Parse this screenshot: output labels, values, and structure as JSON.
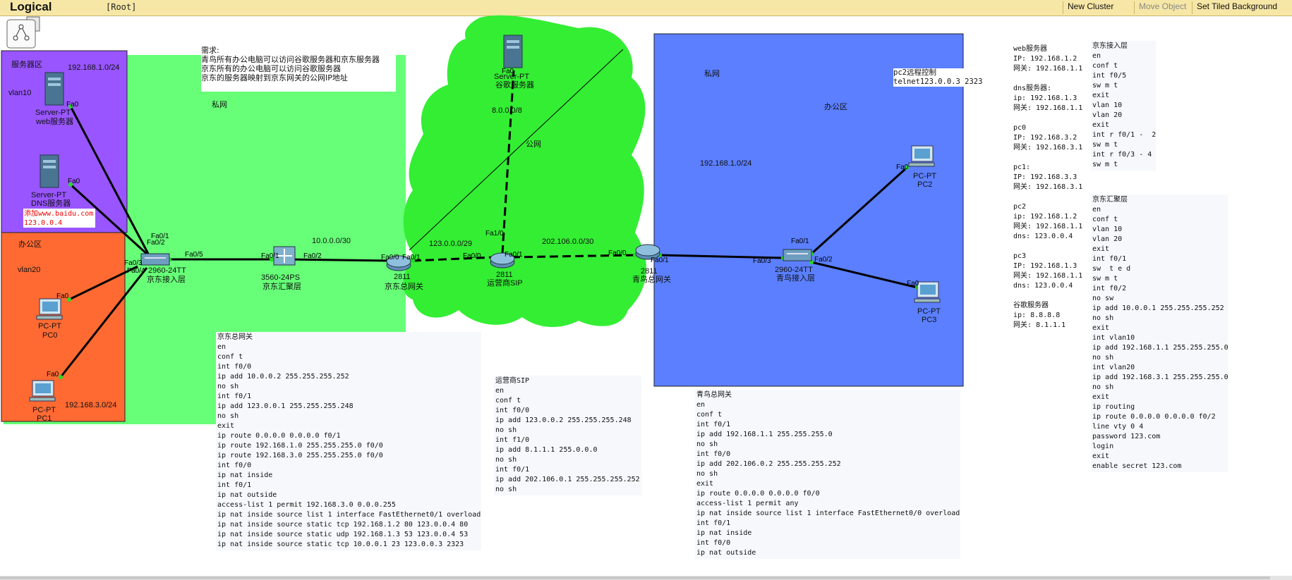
{
  "toolbar": {
    "title": "Logical",
    "root": "[Root]",
    "new_cluster": "New Cluster",
    "move_object": "Move Object",
    "set_tiled_background": "Set Tiled Background"
  },
  "colors": {
    "toolbar": "#f7e7a6",
    "server_zone": "#9955ff",
    "office_zone": "#ff6a33",
    "private_green": "#66ff77",
    "public_cloud": "#33ee33",
    "qingniao_blue": "#5b7fff"
  },
  "zones": {
    "server_zone": "服务器区",
    "server_vlan": "vlan10",
    "server_subnet": "192.168.1.0/24",
    "office_zone": "办公区",
    "office_vlan": "vlan20",
    "office_subnet": "192.168.3.0/24",
    "private_left": "私网",
    "public": "公网",
    "private_right": "私网",
    "office_right": "办公区",
    "right_subnet": "192.168.1.0/24"
  },
  "requirements": [
    "需求:",
    "青鸟所有办公电脑可以访问谷歌服务器和京东服务器",
    "京东所有的办公电脑可以访问谷歌服务器",
    "京东的服务器映射到京东网关的公网IP地址"
  ],
  "remote_note": [
    "pc2远程控制",
    "telnet123.0.0.3 2323"
  ],
  "dns_note": [
    "添加www.baidu.com",
    "123.0.0.4"
  ],
  "devices": {
    "web_server": {
      "model": "Server-PT",
      "name": "web服务器",
      "port": "Fa0"
    },
    "dns_server": {
      "model": "Server-PT",
      "name": "DNS服务器",
      "port": "Fa0"
    },
    "pc0": {
      "model": "PC-PT",
      "name": "PC0",
      "port": "Fa0"
    },
    "pc1": {
      "model": "PC-PT",
      "name": "PC1",
      "port": "Fa0"
    },
    "jd_access": {
      "model": "2960-24TT",
      "name": "京东接入层"
    },
    "jd_agg": {
      "model": "3560-24PS",
      "name": "京东汇聚层"
    },
    "jd_gw": {
      "model": "2811",
      "name": "京东总网关"
    },
    "isp": {
      "model": "2811",
      "name": "运营商SIP"
    },
    "google": {
      "model": "Server-PT",
      "name": "谷歌服务器",
      "port": "Fa0"
    },
    "qn_gw": {
      "model": "2811",
      "name": "青鸟总网关"
    },
    "qn_access": {
      "model": "2960-24TT",
      "name": "青鸟接入层"
    },
    "pc2": {
      "model": "PC-PT",
      "name": "PC2",
      "port": "Fa0"
    },
    "pc3": {
      "model": "PC-PT",
      "name": "PC3",
      "port": "Fa0"
    }
  },
  "ports": {
    "sw1_f01": "Fa0/1",
    "sw1_f02": "Fa0/2",
    "sw1_f03": "Fa0/3",
    "sw1_f04": "Fa0/4",
    "sw1_f05": "Fa0/5",
    "agg_f01": "Fa0/1",
    "agg_f02": "Fa0/2",
    "gw1_f00": "Fa0/0",
    "gw1_f01": "Fa0/1",
    "isp_f00": "Fa0/0",
    "isp_f01": "Fa0/1",
    "isp_f10": "Fa1/0",
    "gw2_f00": "Fa0/0",
    "gw2_f01": "Fa0/1",
    "sw2_f03": "Fa0/3",
    "sw2_f01": "Fa0/1",
    "sw2_f02": "Fa0/2"
  },
  "links": {
    "agg_gw": "10.0.0.0/30",
    "gw_isp": "123.0.0.0/29",
    "isp_google": "8.0.0.0/8",
    "isp_qn": "202.106.0.0/30"
  },
  "configs": {
    "jd_gateway": [
      "京东总网关",
      "en",
      "conf t",
      "int f0/0",
      "ip add 10.0.0.2 255.255.255.252",
      "no sh",
      "int f0/1",
      "ip add 123.0.0.1 255.255.255.248",
      "no sh",
      "exit",
      "ip route 0.0.0.0 0.0.0.0 f0/1",
      "ip route 192.168.1.0 255.255.255.0 f0/0",
      "ip route 192.168.3.0 255.255.255.0 f0/0",
      "int f0/0",
      "ip nat inside",
      "int f0/1",
      "ip nat outside",
      "access-list 1 permit 192.168.3.0 0.0.0.255",
      "ip nat inside source list 1 interface FastEthernet0/1 overload",
      "ip nat inside source static tcp 192.168.1.2 80 123.0.0.4 80",
      "ip nat inside source static udp 192.168.1.3 53 123.0.0.4 53",
      "ip nat inside source static tcp 10.0.0.1 23 123.0.0.3 2323"
    ],
    "isp": [
      "运营商SIP",
      "en",
      "conf t",
      "int f0/0",
      "ip add 123.0.0.2 255.255.255.248",
      "no sh",
      "int f1/0",
      "ip add 8.1.1.1 255.0.0.0",
      "no sh",
      "int f0/1",
      "ip add 202.106.0.1 255.255.255.252",
      "no sh"
    ],
    "qn_gateway": [
      "青鸟总网关",
      "en",
      "conf t",
      "int f0/1",
      "ip add 192.168.1.1 255.255.255.0",
      "no sh",
      "int f0/0",
      "ip add 202.106.0.2 255.255.255.252",
      "no sh",
      "exit",
      "ip route 0.0.0.0 0.0.0.0 f0/0",
      "access-list 1 permit any",
      "ip nat inside source list 1 interface FastEthernet0/0 overload",
      "int f0/1",
      "ip nat inside",
      "int f0/0",
      "ip nat outside"
    ],
    "jd_access": [
      "京东接入层",
      "en",
      "conf t",
      "int f0/5",
      "sw m t",
      "exit",
      "vlan 10",
      "vlan 20",
      "exit",
      "int r f0/1 -  2",
      "sw m t",
      "int r f0/3 - 4",
      "sw m t"
    ],
    "jd_agg": [
      "京东汇聚层",
      "en",
      "conf t",
      "vlan 10",
      "vlan 20",
      "exit",
      "int f0/1",
      "sw  t e d",
      "sw m t",
      "int f0/2",
      "no sw",
      "ip add 10.0.0.1 255.255.255.252",
      "no sh",
      "exit",
      "int vlan10",
      "ip add 192.168.1.1 255.255.255.0",
      "no sh",
      "int vlan20",
      "ip add 192.168.3.1 255.255.255.0",
      "no sh",
      "exit",
      "ip routing",
      "ip route 0.0.0.0 0.0.0.0 f0/2",
      "line vty 0 4",
      "password 123.com",
      "login",
      "exit",
      "enable secret 123.com"
    ],
    "addresses": [
      "web服务器",
      "IP: 192.168.1.2",
      "网关: 192.168.1.1",
      "",
      "dns服务器:",
      "ip: 192.168.1.3",
      "网关: 192.168.1.1",
      "",
      "pc0",
      "IP: 192.168.3.2",
      "网关: 192.168.3.1",
      "",
      "pc1:",
      "IP: 192.168.3.3",
      "网关: 192.168.3.1",
      "",
      "pc2",
      "ip: 192.168.1.2",
      "网关: 192.168.1.1",
      "dns: 123.0.0.4",
      "",
      "pc3",
      "IP: 192.168.1.3",
      "网关: 192.168.1.1",
      "dns: 123.0.0.4",
      "",
      "谷歌服务器",
      "ip: 8.8.8.8",
      "网关: 8.1.1.1"
    ]
  }
}
